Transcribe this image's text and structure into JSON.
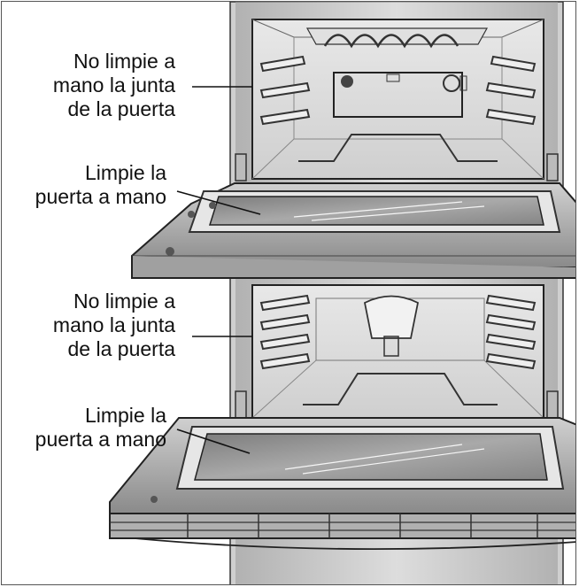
{
  "callouts": [
    {
      "id": "upper-gasket",
      "lines": [
        "No limpie a",
        "mano la junta",
        "de la puerta"
      ]
    },
    {
      "id": "upper-door",
      "lines": [
        "Limpie la",
        "puerta a mano"
      ]
    },
    {
      "id": "lower-gasket",
      "lines": [
        "No limpie a",
        "mano la junta",
        "de la puerta"
      ]
    },
    {
      "id": "lower-door",
      "lines": [
        "Limpie la",
        "puerta a mano"
      ]
    }
  ],
  "colors": {
    "frame": "#555555",
    "stainless": "#bdbdbd",
    "cavity": "#d9d9d9",
    "glass": "#8f8f8f",
    "line": "#2a2a2a"
  }
}
